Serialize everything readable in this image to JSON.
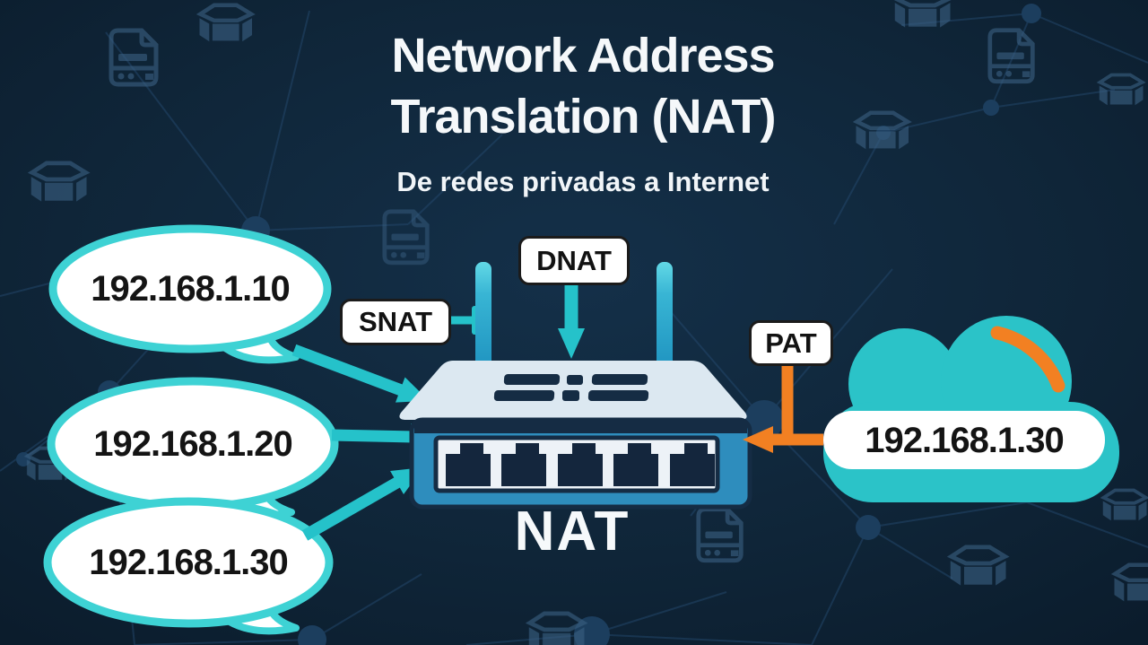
{
  "title": {
    "line1": "Network Address",
    "line2": "Translation (NAT)",
    "subtitle": "De redes privadas a Internet"
  },
  "private_hosts": [
    {
      "ip": "192.168.1.10"
    },
    {
      "ip": "192.168.1.20"
    },
    {
      "ip": "192.168.1.30"
    }
  ],
  "nat_labels": {
    "snat": "SNAT",
    "dnat": "DNAT",
    "pat": "PAT"
  },
  "router": {
    "label": "NAT"
  },
  "cloud": {
    "ip": "192.168.1.30"
  },
  "colors": {
    "background": "#0d2031",
    "mesh_line": "#24496e",
    "mesh_icon": "#3a6082",
    "teal_accent": "#25c2ca",
    "bubble_border": "#3ed2d4",
    "orange_accent": "#f28022",
    "router_body_blue": "#2e8dbd",
    "router_top": "#dce8f1",
    "dark_navy": "#152c44",
    "cloud_teal": "#2bc3c8",
    "bubble_fill": "#ffffff",
    "text_dark": "#141414",
    "text_light": "#f5f8fa"
  },
  "background_icons": [
    "crate-icon",
    "document-server-icon",
    "network-node-icon"
  ]
}
